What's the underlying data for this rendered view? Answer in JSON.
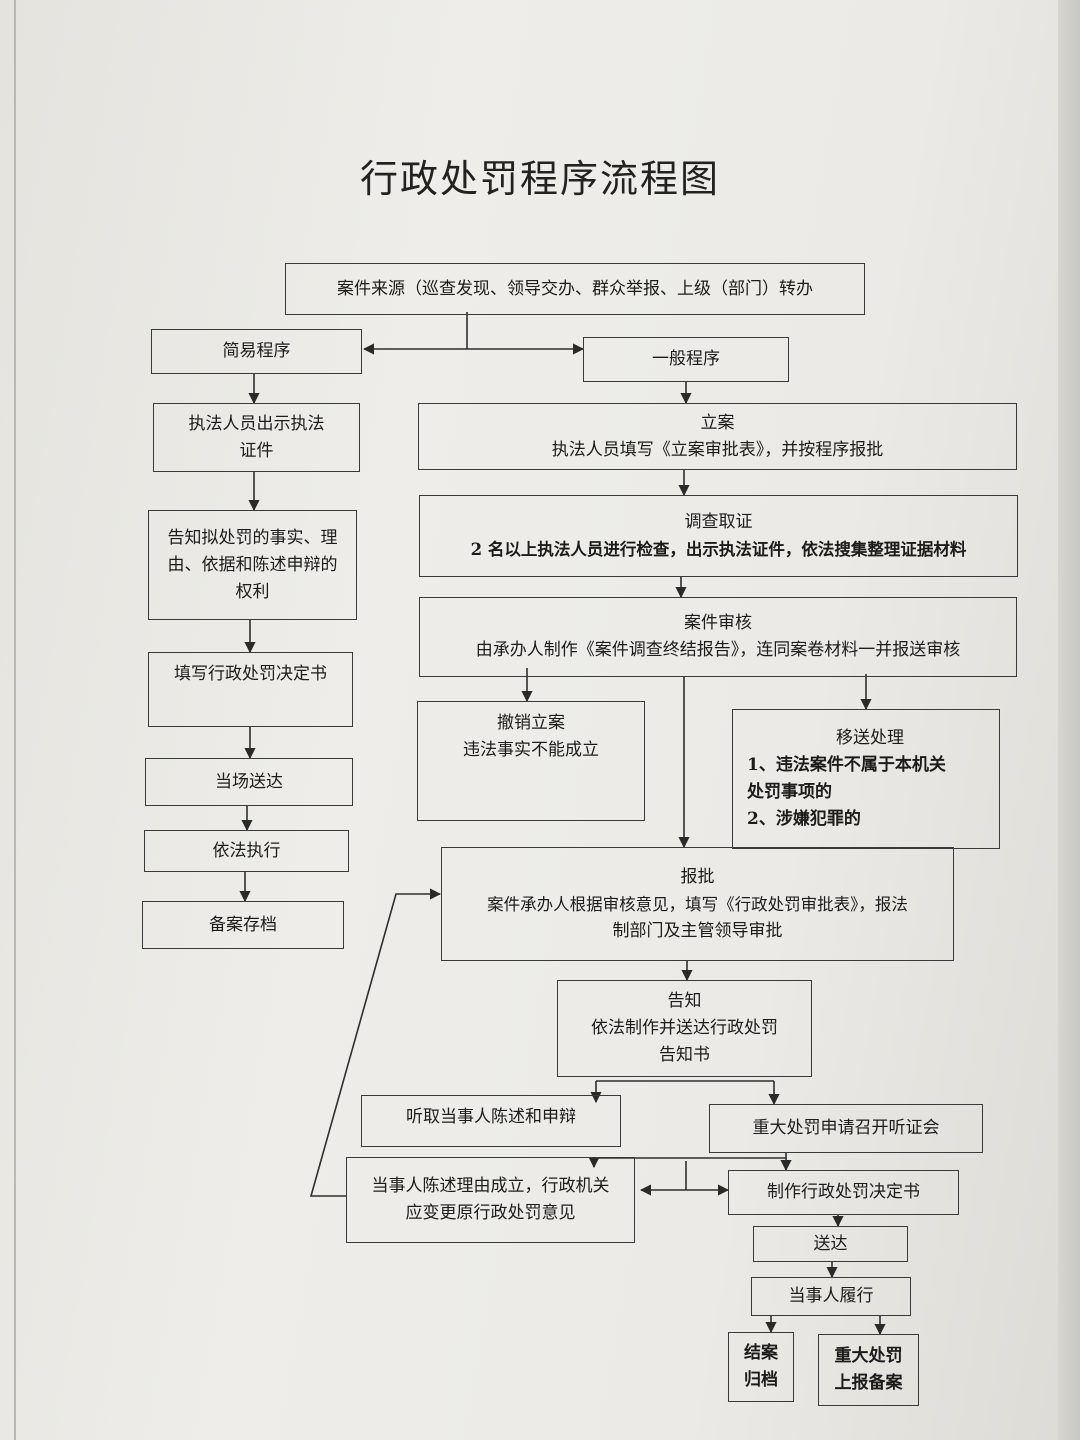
{
  "title": "行政处罚程序流程图",
  "nodes": {
    "source": "案件来源（巡查发现、领导交办、群众举报、上级（部门）转办",
    "simple": "简易程序",
    "general": "一般程序",
    "s_show_id": [
      "执法人员出示执法",
      "证件"
    ],
    "s_inform": [
      "告知拟处罚的事实、理",
      "由、依据和陈述申辩的",
      "权利"
    ],
    "s_fill": "填写行政处罚决定书",
    "s_deliver": "当场送达",
    "s_execute": "依法执行",
    "s_archive": "备案存档",
    "filing": {
      "head": "立案",
      "body": "执法人员填写《立案审批表》，并按程序报批"
    },
    "investigate": {
      "head": "调查取证",
      "body": "2 名以上执法人员进行检查，出示执法证件，依法搜集整理证据材料"
    },
    "review": {
      "head": "案件审核",
      "body": "由承办人制作《案件调查终结报告》，连同案卷材料一并报送审核"
    },
    "revoke": {
      "head": "撤销立案",
      "body": "违法事实不能成立"
    },
    "transfer": {
      "head": "移送处理",
      "lines": [
        "1、违法案件不属于本机关",
        "处罚事项的",
        "2、涉嫌犯罪的"
      ]
    },
    "report": {
      "head": "报批",
      "lines": [
        "案件承办人根据审核意见，填写《行政处罚审批表》，报法",
        "制部门及主管领导审批"
      ]
    },
    "notify": {
      "head": "告知",
      "lines": [
        "依法制作并送达行政处罚",
        "告知书"
      ]
    },
    "hear": "听取当事人陈述和申辩",
    "hearing_apply": "重大处罚申请召开听证会",
    "plea": [
      "当事人陈述理由成立，行政机关",
      "应变更原行政处罚意见"
    ],
    "make_decision": "制作行政处罚决定书",
    "deliver": "送达",
    "perform": "当事人履行",
    "close": [
      "结案",
      "归档"
    ],
    "major": [
      "重大处罚",
      "上报备案"
    ]
  }
}
